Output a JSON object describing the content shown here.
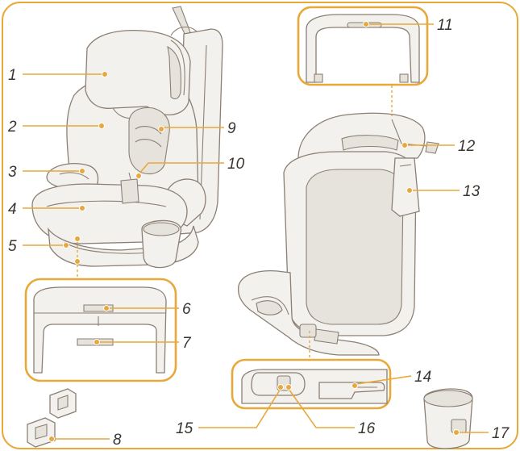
{
  "colors": {
    "accent": "#e8a93a",
    "outline": "#8c7f73",
    "label_text": "#3a3530",
    "fill_light": "#f3f1ee",
    "fill_mid": "#e6e2dc"
  },
  "callouts": [
    {
      "number": "1",
      "part": "headrest"
    },
    {
      "number": "2",
      "part": "backrest"
    },
    {
      "number": "3",
      "part": "side-wing"
    },
    {
      "number": "4",
      "part": "seat-cushion"
    },
    {
      "number": "5",
      "part": "front-base"
    },
    {
      "number": "6",
      "part": "upper-handle"
    },
    {
      "number": "7",
      "part": "lower-handle"
    },
    {
      "number": "8",
      "part": "isofix-guides"
    },
    {
      "number": "9",
      "part": "shoulder-pad"
    },
    {
      "number": "10",
      "part": "buckle"
    },
    {
      "number": "11",
      "part": "headrest-adjust-handle"
    },
    {
      "number": "12",
      "part": "top-tether"
    },
    {
      "number": "13",
      "part": "tether-pouch"
    },
    {
      "number": "14",
      "part": "isofix-connector"
    },
    {
      "number": "15",
      "part": "release-button"
    },
    {
      "number": "16",
      "part": "indicator"
    },
    {
      "number": "17",
      "part": "cup-holder"
    }
  ]
}
